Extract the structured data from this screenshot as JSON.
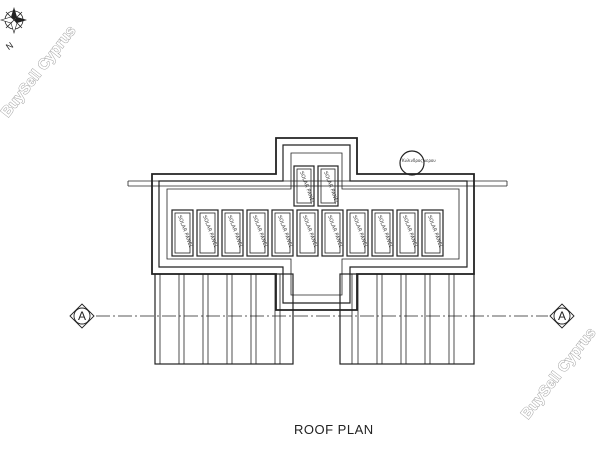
{
  "title": "ROOF PLAN",
  "compass": {
    "north_label": "N",
    "icon": "compass-rose-icon"
  },
  "watermark": {
    "text": "BuySell Cyprus"
  },
  "section_marker": {
    "letter": "A"
  },
  "solar_panel_label": "SOLAR PANEL",
  "water_tank_label": "Κυλινδρος νερου",
  "upper_solar_panel_count": 2,
  "lower_solar_panel_count": 11
}
